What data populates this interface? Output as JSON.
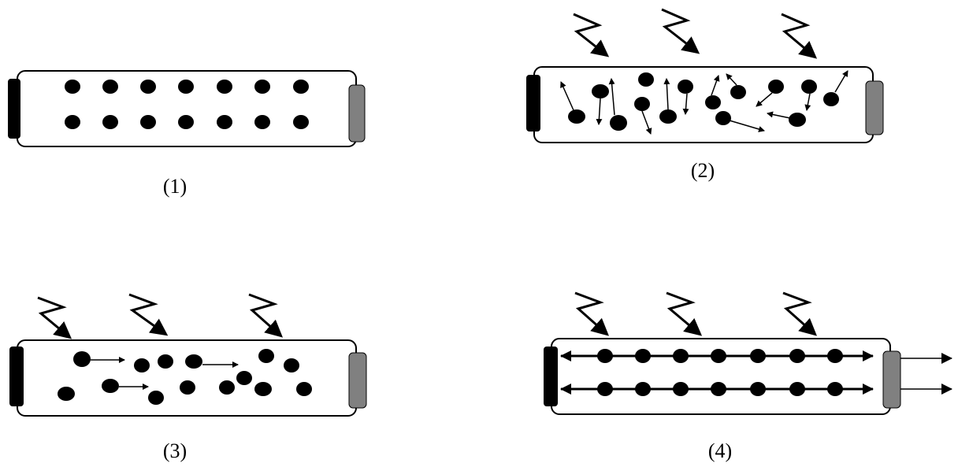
{
  "panels": [
    {
      "id": 1,
      "label": "(1)",
      "stage": "atoms-at-rest"
    },
    {
      "id": 2,
      "label": "(2)",
      "stage": "pumped-atoms-random-emission"
    },
    {
      "id": 3,
      "label": "(3)",
      "stage": "stimulated-emission-begins"
    },
    {
      "id": 4,
      "label": "(4)",
      "stage": "coherent-laser-beam-output"
    }
  ],
  "colors": {
    "ink": "#000000",
    "full_mirror": "#000000",
    "partial_mirror": "#808080",
    "tube_fill": "#ffffff"
  },
  "icons": {
    "pump_light": "lightning-bolt-icon",
    "atom": "atom-dot",
    "photon": "arrow"
  }
}
